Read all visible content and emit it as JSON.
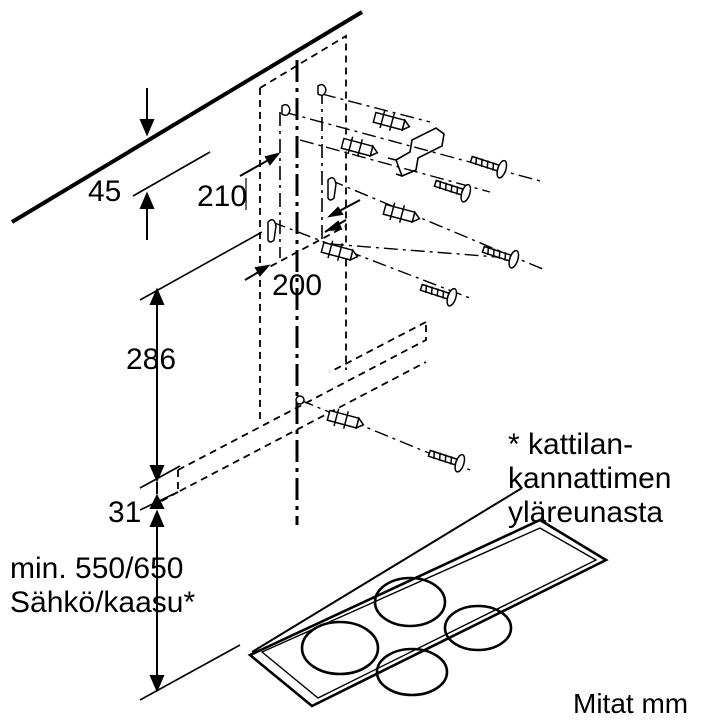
{
  "dimensions": {
    "ceiling_offset": "45",
    "upper_spacing": "210",
    "lower_spacing": "200",
    "bracket_height": "286",
    "lower_offset": "31"
  },
  "min_height": {
    "line1": "min. 550/650",
    "line2": "Sähkö/kaasu*"
  },
  "note": {
    "line1": "* kattilan-",
    "line2": "kannattimen",
    "line3": "yläreunasta"
  },
  "units_label": "Mitat mm"
}
